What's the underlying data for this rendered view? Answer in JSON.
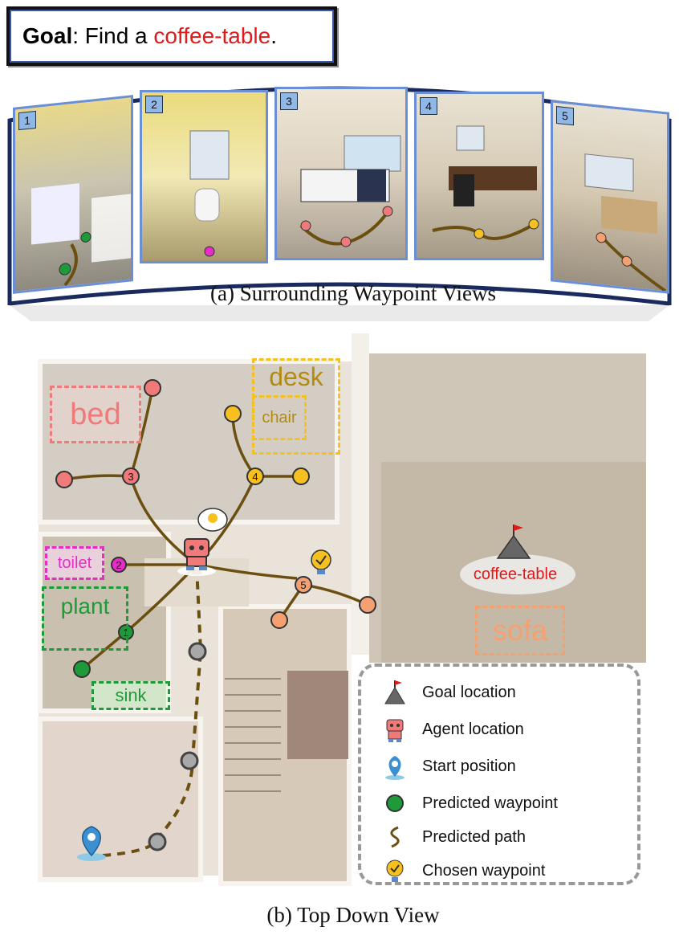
{
  "goal": {
    "prefix": "Goal",
    "text": ": Find a ",
    "target": "coffee-table",
    "suffix": "."
  },
  "views": [
    {
      "num": "1"
    },
    {
      "num": "2"
    },
    {
      "num": "3"
    },
    {
      "num": "4"
    },
    {
      "num": "5"
    }
  ],
  "caption_a": "(a) Surrounding Waypoint Views",
  "caption_b": "(b) Top Down View",
  "map_labels": {
    "bed": "bed",
    "desk": "desk",
    "chair": "chair",
    "toilet": "toilet",
    "plant": "plant",
    "sink": "sink",
    "sofa": "sofa",
    "coffee_table": "coffee-table"
  },
  "waypoint_numbers": [
    "1",
    "2",
    "3",
    "4",
    "5"
  ],
  "legend": {
    "goal": "Goal location",
    "agent": "Agent location",
    "start": "Start position",
    "waypoint": "Predicted waypoint",
    "path": "Predicted path",
    "chosen": "Chosen waypoint"
  },
  "colors": {
    "bed": "#f07a7a",
    "desk": "#f5c020",
    "toilet": "#e82cc8",
    "plant": "#1f9a3a",
    "sofa": "#f5a070",
    "coffee_table": "#e01a1a",
    "path": "#6b4f10",
    "start": "#3c8fd0"
  }
}
